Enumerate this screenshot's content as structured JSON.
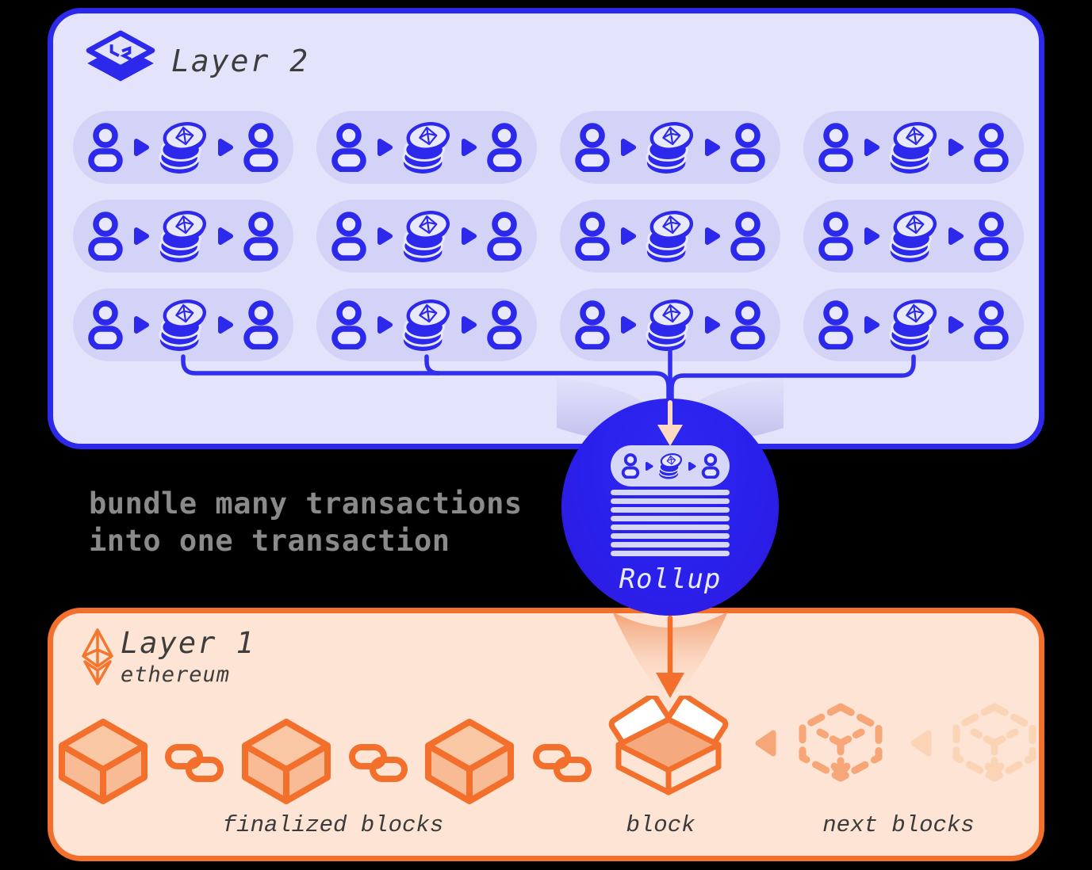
{
  "layer2": {
    "title": "Layer 2",
    "transaction_rows": 3,
    "transaction_cols": 4,
    "pill_sequence": [
      "user",
      "arrow-right",
      "eth-coin",
      "arrow-right",
      "user"
    ]
  },
  "rollup": {
    "label": "Rollup",
    "stack_slats": 8
  },
  "caption": {
    "line1": "bundle many transactions",
    "line2": "into one transaction"
  },
  "layer1": {
    "title": "Layer 1",
    "subtitle": "ethereum",
    "label_finalized": "finalized blocks",
    "label_block": "block",
    "label_next": "next blocks",
    "finalized_block_count": 3,
    "next_block_count": 2
  },
  "colors": {
    "blue": "#2c28ec",
    "layer2_bg": "#e3e3fb",
    "pill_bg": "#d3d3f7",
    "rollup_circle": "#2a20ec",
    "peach_arrow": "#fcd9c1",
    "orange": "#f2702c",
    "layer1_bg": "#fde4d4",
    "block_fill": "#f9bf9c",
    "faded_block": "#f7a678",
    "more_faded_block": "#fbd3b5",
    "caption_gray": "#8a8a8a",
    "title_dark": "#3d3d3d"
  }
}
